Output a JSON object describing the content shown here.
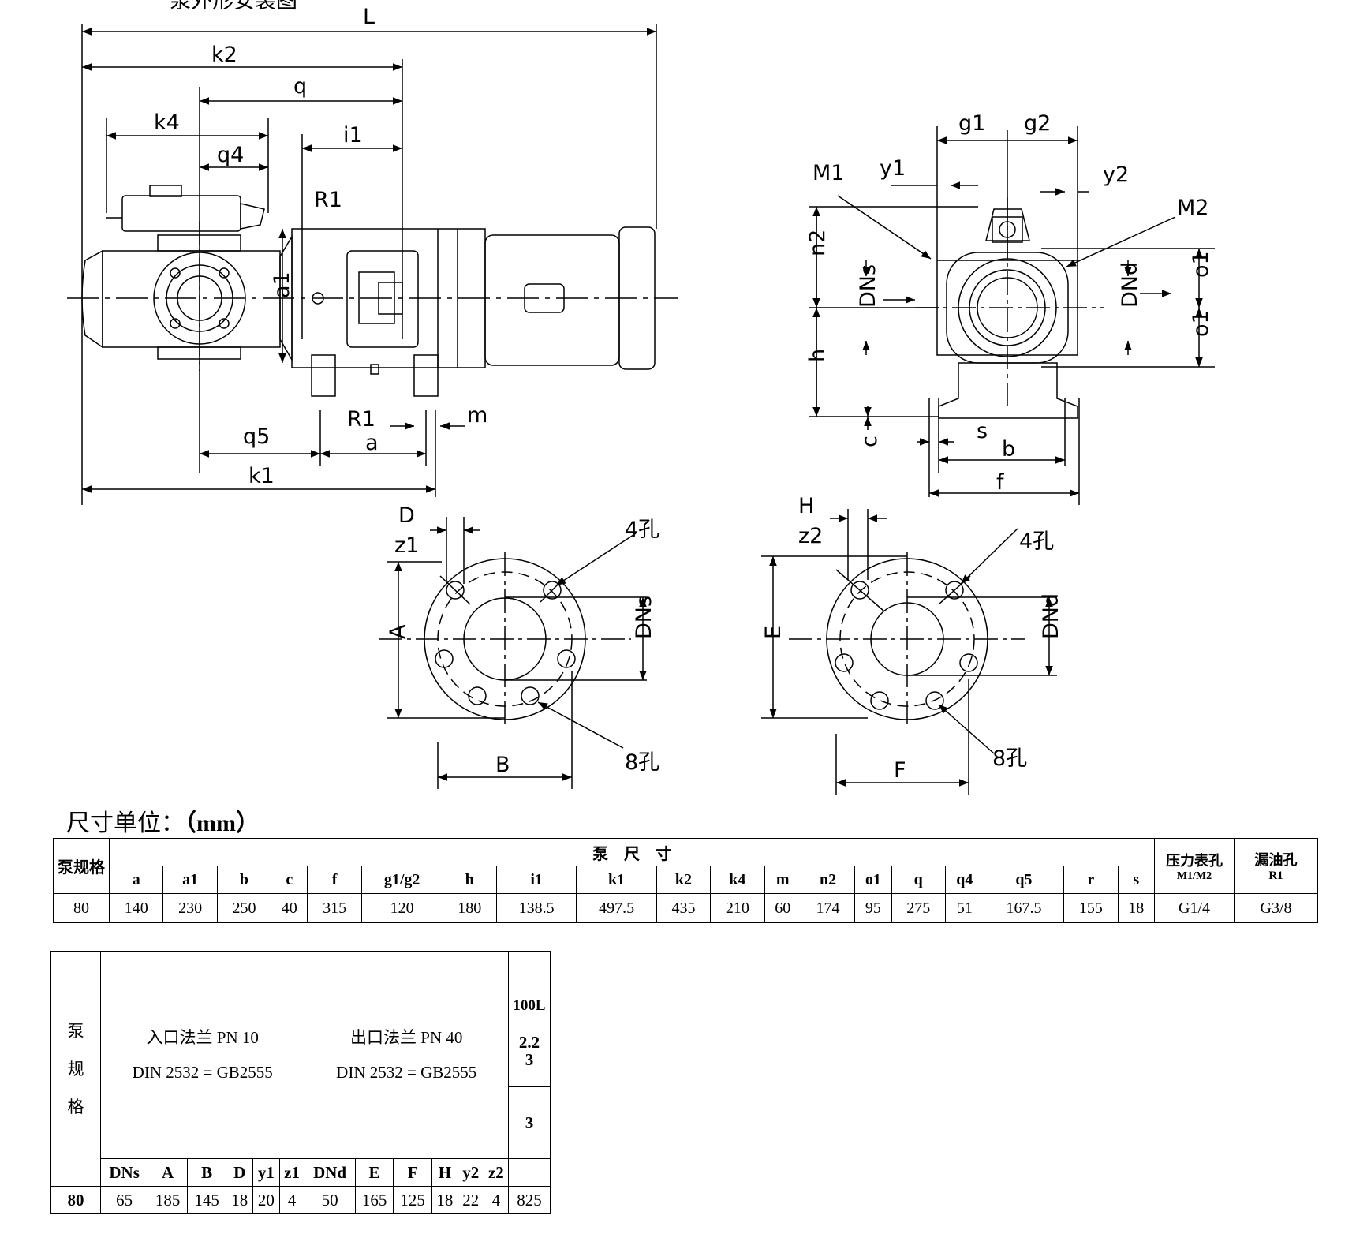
{
  "drawing": {
    "header_fragment": "泵外形安装图",
    "labels": {
      "L": "L",
      "k2": "k2",
      "q": "q",
      "k4": "k4",
      "i1": "i1",
      "q4": "q4",
      "R1_top": "R1",
      "a1": "a1",
      "R1_bottom": "R1",
      "q5": "q5",
      "a": "a",
      "m": "m",
      "k1": "k1",
      "g1": "g1",
      "g2": "g2",
      "M1": "M1",
      "y1": "y1",
      "y2": "y2",
      "M2": "M2",
      "n2": "n2",
      "DNs_side": "DNs",
      "DNd_side": "DNd",
      "o1_top": "o1",
      "o1_bottom": "o1",
      "h": "h",
      "c": "c",
      "s": "s",
      "b": "b",
      "f": "f",
      "D": "D",
      "z1": "z1",
      "A": "A",
      "DNs_flange": "DNs",
      "B": "B",
      "holes4_in": "4孔",
      "holes8_in": "8孔",
      "H": "H",
      "z2": "z2",
      "E": "E",
      "DNd_flange": "DNd",
      "F": "F",
      "holes4_out": "4孔",
      "holes8_out": "8孔"
    }
  },
  "units_label": "尺寸单位：",
  "units_value": "（mm）",
  "table1": {
    "spec_header": "泵规格",
    "group_header": "泵　尺　寸",
    "pressure_header": "压力表孔",
    "pressure_sub": "M1/M2",
    "drain_header": "漏油孔",
    "drain_sub": "R1",
    "columns": [
      "a",
      "a1",
      "b",
      "c",
      "f",
      "g1/g2",
      "h",
      "i1",
      "k1",
      "k2",
      "k4",
      "m",
      "n2",
      "o1",
      "q",
      "q4",
      "q5",
      "r",
      "s"
    ],
    "row": {
      "spec": "80",
      "values": [
        "140",
        "230",
        "250",
        "40",
        "315",
        "120",
        "180",
        "138.5",
        "497.5",
        "435",
        "210",
        "60",
        "174",
        "95",
        "275",
        "51",
        "167.5",
        "155",
        "18"
      ],
      "pressure": "G1/4",
      "drain": "G3/8"
    }
  },
  "table2": {
    "spec_header": [
      "泵",
      "规",
      "格"
    ],
    "inlet_title": "入口法兰 PN 10",
    "inlet_std": "DIN 2532 = GB2555",
    "outlet_title": "出口法兰 PN 40",
    "outlet_std": "DIN 2532 = GB2555",
    "motor_col": [
      "100L",
      "2.2\n3",
      "3"
    ],
    "inlet_cols": [
      "DNs",
      "A",
      "B",
      "D",
      "y1",
      "z1"
    ],
    "outlet_cols": [
      "DNd",
      "E",
      "F",
      "H",
      "y2",
      "z2"
    ],
    "row": {
      "spec": "80",
      "inlet": [
        "65",
        "185",
        "145",
        "18",
        "20",
        "4"
      ],
      "outlet": [
        "50",
        "165",
        "125",
        "18",
        "22",
        "4"
      ],
      "motor": "825"
    }
  }
}
